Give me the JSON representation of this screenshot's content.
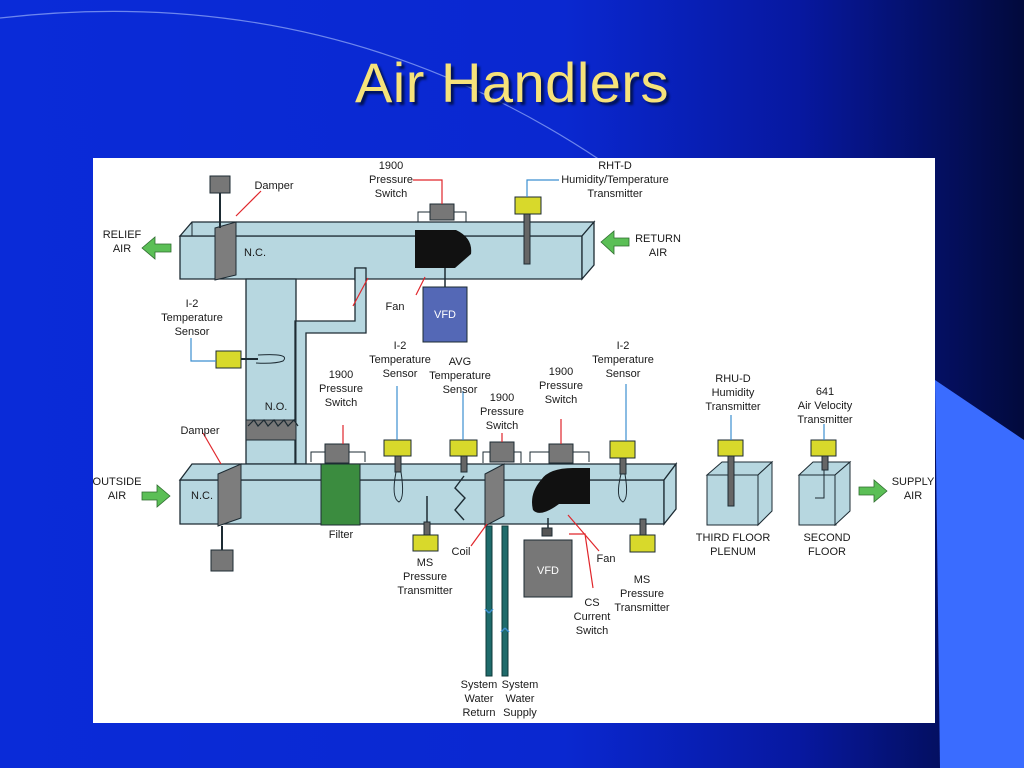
{
  "slide": {
    "title": "Air Handlers"
  },
  "diagram": {
    "relief_air": "RELIEF\nAIR",
    "return_air": "RETURN\nAIR",
    "outside_air": "OUTSIDE\nAIR",
    "supply_air": "SUPPLY\nAIR",
    "damper_top": "Damper",
    "nc_top": "N.C.",
    "pressure_switch_top": "1900\nPressure\nSwitch",
    "rht_d": "RHT-D\nHumidity/Temperature\nTransmitter",
    "fan_top": "Fan",
    "vfd_top": "VFD",
    "temp_sensor_left": "I-2\nTemperature\nSensor",
    "no_label": "N.O.",
    "damper_bottom": "Damper",
    "nc_bottom": "N.C.",
    "pressure_switch_filter": "1900\nPressure\nSwitch",
    "filter": "Filter",
    "temp_sensor_mid": "I-2\nTemperature\nSensor",
    "avg_temp_sensor": "AVG\nTemperature\nSensor",
    "pressure_switch_coil": "1900\nPressure\nSwitch",
    "pressure_switch_fan": "1900\nPressure\nSwitch",
    "temp_sensor_right": "I-2\nTemperature\nSensor",
    "ms_transmitter_left": "MS\nPressure\nTransmitter",
    "coil": "Coil",
    "vfd_bottom": "VFD",
    "fan_bottom": "Fan",
    "cs_switch": "CS\nCurrent\nSwitch",
    "ms_transmitter_right": "MS\nPressure\nTransmitter",
    "water_return": "System\nWater\nReturn",
    "water_supply": "System\nWater\nSupply",
    "rhu_d": "RHU-D\nHumidity\nTransmitter",
    "third_floor": "THIRD FLOOR\nPLENUM",
    "velocity_transmitter": "641\nAir Velocity\nTransmitter",
    "second_floor": "SECOND\nFLOOR"
  },
  "colors": {
    "duct": "#b7d7e0",
    "duct_edge": "#1d2b33",
    "arrow": "#5bbf56",
    "sensor": "#d8d92b",
    "actuator": "#767676",
    "vfd": "#5468b6",
    "filter": "#3b8c3f",
    "red_leader": "#e0262b",
    "blue_leader": "#3c8fd0",
    "pipe": "#1f6b6b"
  }
}
